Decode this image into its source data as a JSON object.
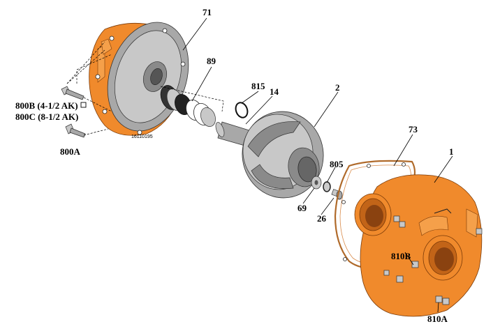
{
  "drawing_number": "16110195",
  "colors": {
    "housing": "#f08a2c",
    "metal": "#a8a8a8"
  },
  "callouts": {
    "p71": "71",
    "p89": "89",
    "p815": "815",
    "p14": "14",
    "p2": "2",
    "p73": "73",
    "p1": "1",
    "p805": "805",
    "p69": "69",
    "p26": "26",
    "p800b": "800B (4-1/2 AK)",
    "p800c": "800C (8-1/2 AK)",
    "p800a": "800A",
    "p810b": "810B",
    "p810a": "810A"
  }
}
